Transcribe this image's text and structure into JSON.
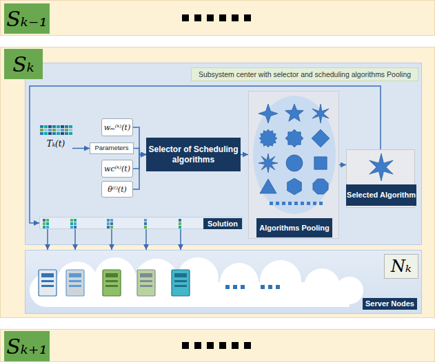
{
  "diagram": {
    "nodes": [
      {
        "text": [
          "Sₖ₋₁"
        ]
      },
      {
        "text": [
          "Sₖ"
        ]
      },
      {
        "text": [
          "Subsystem center with selector and scheduling algorithms Pooling"
        ],
        "in": 1
      },
      {
        "text": [
          "Tₖ(t)"
        ],
        "in": 2
      },
      {
        "text": [
          "Parameters"
        ],
        "in": 2
      },
      {
        "text": [
          "wₘ⁽ᵏ⁾(t)"
        ],
        "in": 2
      },
      {
        "text": [
          "wc⁽ᵏ⁾(t)"
        ],
        "in": 2
      },
      {
        "text": [
          "θ⁽ˡ⁾(t)"
        ],
        "in": 2
      },
      {
        "text": [
          "Selector of Scheduling algorithms"
        ],
        "in": 2
      },
      {
        "text": [
          "Algorithms Pooling"
        ],
        "in": 2
      },
      {
        "text": [
          "Selected Algorithm"
        ],
        "in": 2
      },
      {
        "text": [
          "Solution"
        ],
        "in": 2
      },
      {
        "text": [
          "Nₖ",
          "Server Nodes"
        ],
        "in": 1
      },
      {
        "text": [
          "Sₖ₊₁"
        ]
      }
    ],
    "edges": [
      {
        "from": 3,
        "to": 4,
        "arrow": "to"
      },
      {
        "from": 5,
        "to": 8,
        "arrow": "to"
      },
      {
        "from": 4,
        "to": 8,
        "arrow": "to"
      },
      {
        "from": 6,
        "to": 8,
        "arrow": "to"
      },
      {
        "from": 7,
        "to": 8,
        "arrow": "to"
      },
      {
        "from": 8,
        "to": 9,
        "arrow": "to"
      },
      {
        "from": 9,
        "to": 10,
        "arrow": "to"
      },
      {
        "from": 10,
        "to": 11,
        "arrow": "to"
      },
      {
        "from": 11,
        "to": 12,
        "arrow": "to"
      }
    ]
  }
}
